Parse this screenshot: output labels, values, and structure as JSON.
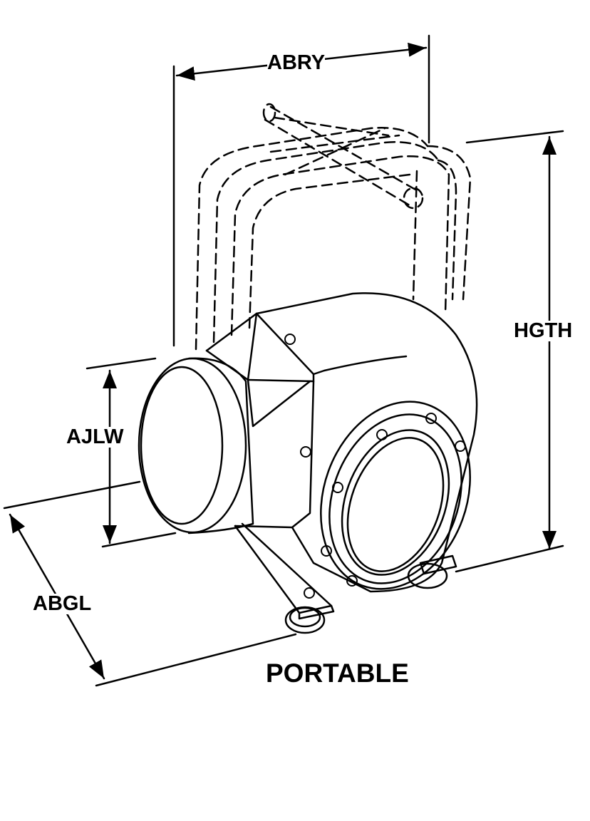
{
  "dimensions": {
    "width_label": "ABRY",
    "height_label": "HGTH",
    "inlet_label": "AJLW",
    "length_label": "ABGL"
  },
  "caption": "PORTABLE",
  "colors": {
    "line": "#000000",
    "background": "#ffffff"
  }
}
